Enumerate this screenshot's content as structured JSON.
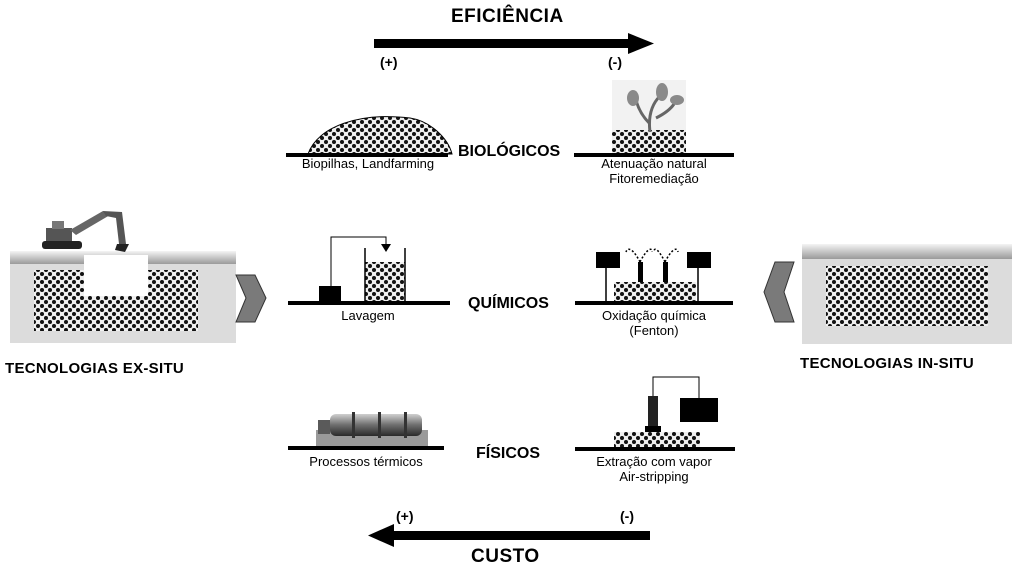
{
  "top": {
    "title": "EFICIÊNCIA",
    "left_sign": "(+)",
    "right_sign": "(-)"
  },
  "bottom": {
    "title": "CUSTO",
    "left_sign": "(+)",
    "right_sign": "(-)"
  },
  "sides": {
    "left": "TECNOLOGIAS EX-SITU",
    "right": "TECNOLOGIAS IN-SITU"
  },
  "categories": {
    "biological": {
      "label": "BIOLÓGICOS",
      "ex_situ": [
        "Biopilhas, Landfarming"
      ],
      "in_situ": [
        "Atenuação natural",
        "Fitoremediação"
      ]
    },
    "chemical": {
      "label": "QUÍMICOS",
      "ex_situ": [
        "Lavagem"
      ],
      "in_situ": [
        "Oxidação química",
        "(Fenton)"
      ]
    },
    "physical": {
      "label": "FÍSICOS",
      "ex_situ": [
        "Processos térmicos"
      ],
      "in_situ": [
        "Extração com vapor",
        "Air-stripping"
      ]
    }
  },
  "colors": {
    "ground": "#000000",
    "container": "#dcdcdc",
    "arrow_fill": "#7a7a7a"
  },
  "icons": [
    "excavator-icon",
    "plant-sprout-icon",
    "thermal-desorber-icon",
    "injection-well-icon"
  ]
}
